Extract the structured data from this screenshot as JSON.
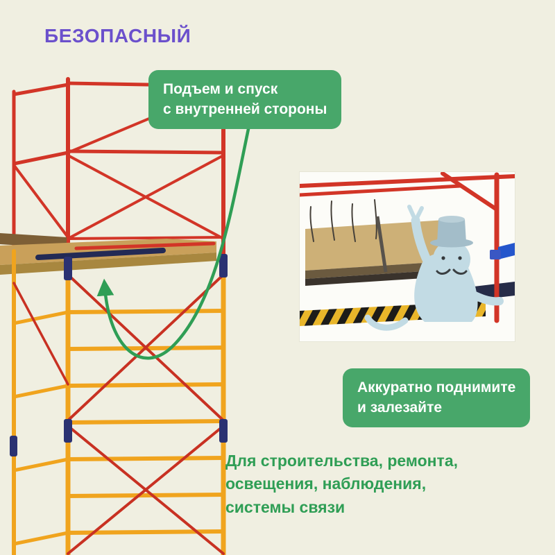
{
  "title": "БЕЗОПАСНЫЙ",
  "callouts": {
    "top": {
      "line1": "Подъем и спуск",
      "line2": "с внутренней стороны"
    },
    "right": {
      "line1": "Аккуратно поднимите",
      "line2": "и залезайте"
    }
  },
  "description": {
    "line1": "Для строительства, ремонта,",
    "line2": "освещения, наблюдения,",
    "line3": "системы связи"
  },
  "icons": {
    "arrow": "curved-arrow-icon",
    "scaffold": "scaffold-tower",
    "inset": "cat-climbing-photo",
    "character": "cat-in-top-hat"
  },
  "colors": {
    "background": "#f0efe1",
    "title_text": "#6b50cc",
    "callout_background": "#48a76a",
    "callout_text": "#ffffff",
    "description_text": "#2f9e55",
    "arrow": "#2f9e55",
    "scaffold_red": "#d23527",
    "scaffold_yellow": "#f0a41e",
    "scaffold_blue": "#2b3272",
    "platform_wood": "#c9a05a",
    "cat_body": "#c2dbe4",
    "cat_hat": "#a3bdc9"
  }
}
